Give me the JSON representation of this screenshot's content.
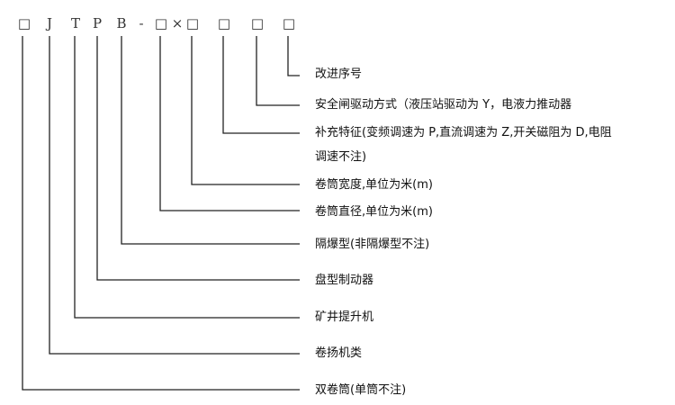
{
  "code_symbols": [
    "□",
    "J",
    "T",
    "P",
    "B",
    "-",
    "□",
    "×",
    "□",
    "□",
    "□",
    "□"
  ],
  "labels": [
    "改进序号",
    "安全闸驱动方式（液压站驱动为 Y，电液力推动器",
    "补充特征(变频调速为 P,直流调速为 Z,开关磁阻为 D,电阻",
    "调速不注)",
    "卷筒宽度,单位为米(m)",
    "卷筒直径,单位为米(m)",
    "隔爆型(非隔爆型不注)",
    "盘型制动器",
    "矿井提升机",
    "卷扬机类",
    "双卷筒(单筒不注)"
  ]
}
